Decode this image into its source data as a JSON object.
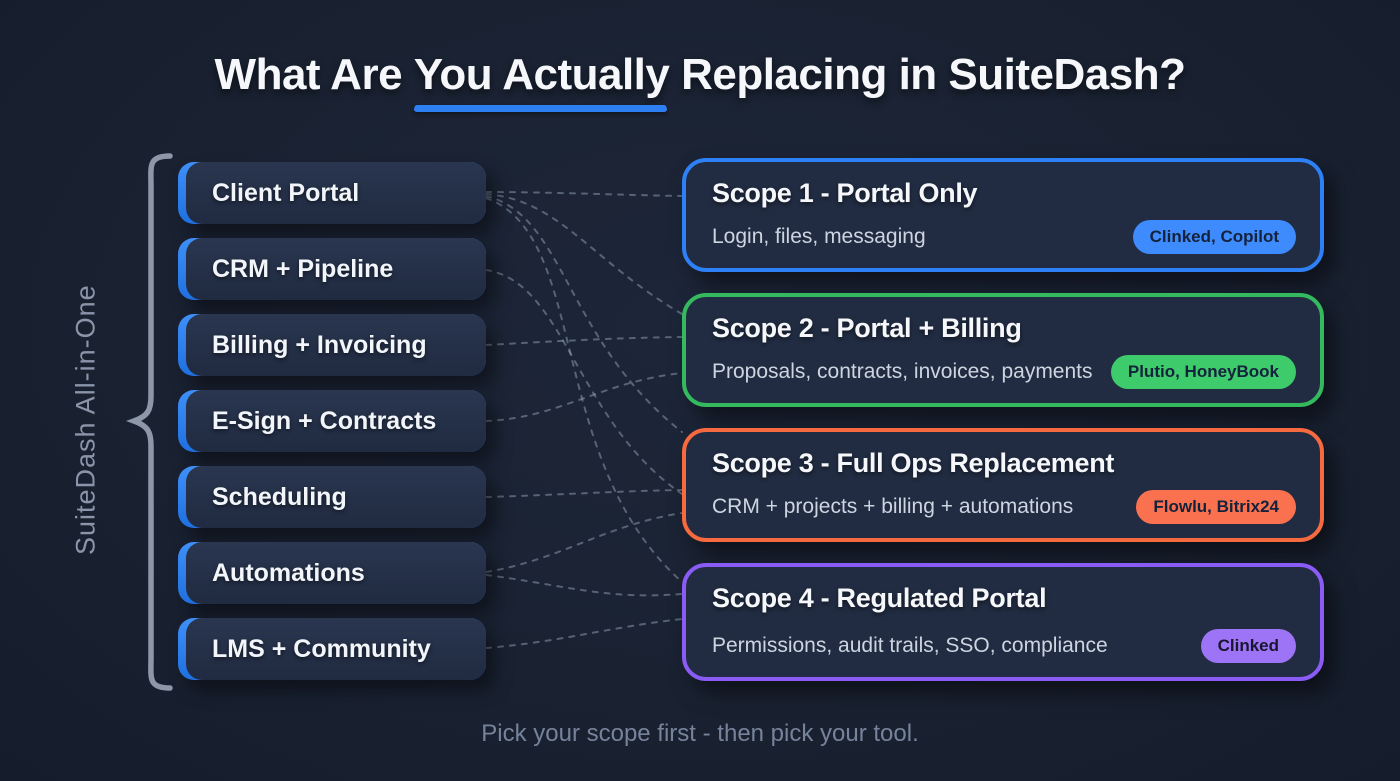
{
  "title": {
    "pre": "What Are ",
    "highlight": "You Actually",
    "post": " Replacing in SuiteDash?"
  },
  "sidebar": {
    "label": "SuiteDash All-in-One"
  },
  "features": [
    {
      "label": "Client Portal"
    },
    {
      "label": "CRM + Pipeline"
    },
    {
      "label": "Billing + Invoicing"
    },
    {
      "label": "E-Sign + Contracts"
    },
    {
      "label": "Scheduling"
    },
    {
      "label": "Automations"
    },
    {
      "label": "LMS + Community"
    }
  ],
  "scopes": [
    {
      "title": "Scope 1 - Portal Only",
      "subtitle": "Login, files, messaging",
      "badge": "Clinked, Copilot",
      "accent_color": "#2e80f7"
    },
    {
      "title": "Scope 2 - Portal + Billing",
      "subtitle": "Proposals, contracts, invoices, payments",
      "badge": "Plutio, HoneyBook",
      "accent_color": "#34b95e"
    },
    {
      "title": "Scope 3 - Full Ops Replacement",
      "subtitle": "CRM + projects + billing + automations",
      "badge": "Flowlu, Bitrix24",
      "accent_color": "#f7693f"
    },
    {
      "title": "Scope 4 - Regulated Portal",
      "subtitle": "Permissions, audit trails, SSO, compliance",
      "badge": "Clinked",
      "accent_color": "#8a5cf5"
    }
  ],
  "connections": [
    {
      "from": "Client Portal",
      "to": "Scope 1 - Portal Only"
    },
    {
      "from": "Client Portal",
      "to": "Scope 2 - Portal + Billing"
    },
    {
      "from": "Client Portal",
      "to": "Scope 3 - Full Ops Replacement"
    },
    {
      "from": "Client Portal",
      "to": "Scope 4 - Regulated Portal"
    },
    {
      "from": "CRM + Pipeline",
      "to": "Scope 3 - Full Ops Replacement"
    },
    {
      "from": "Billing + Invoicing",
      "to": "Scope 2 - Portal + Billing"
    },
    {
      "from": "E-Sign + Contracts",
      "to": "Scope 2 - Portal + Billing"
    },
    {
      "from": "Scheduling",
      "to": "Scope 3 - Full Ops Replacement"
    },
    {
      "from": "Automations",
      "to": "Scope 3 - Full Ops Replacement"
    },
    {
      "from": "Automations",
      "to": "Scope 4 - Regulated Portal"
    },
    {
      "from": "LMS + Community",
      "to": "Scope 4 - Regulated Portal"
    }
  ],
  "footer": {
    "text": "Pick your scope first - then pick your tool."
  },
  "colors": {
    "background": "#1a2232",
    "card_background": "#212c42",
    "feature_accent_blue": "#2e80f7",
    "title_underline_blue": "#2e7ff2",
    "scope1_blue": "#2e80f7",
    "scope2_green": "#34b95e",
    "scope3_orange": "#f7693f",
    "scope4_purple": "#8a5cf5",
    "subtitle_gray": "#cdd5e1",
    "muted_text": "#76839b",
    "brace_gray": "#8d97a8",
    "connector_gray": "#9fb0c6"
  }
}
